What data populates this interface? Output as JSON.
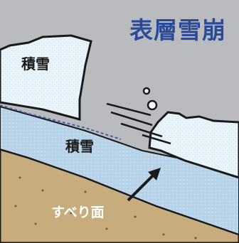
{
  "title": "表層雪崩",
  "labels": {
    "upper_snow": "積雪",
    "lower_snow": "積雪",
    "slip_surface": "すべり面"
  },
  "colors": {
    "title": "#2a4a9a",
    "sky": "#b9bbbf",
    "snow_upper": "#e8f3fa",
    "snow_lower": "#bcd6ea",
    "ground": "#c7ad7e",
    "outline": "#1a1a1a"
  }
}
